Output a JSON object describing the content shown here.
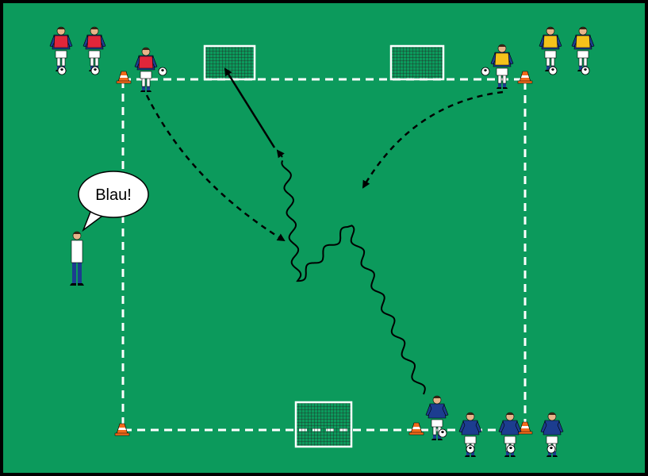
{
  "diagram": {
    "colors": {
      "pitch": "#0c9a5c",
      "frame": "#000000",
      "lines": "#ffffff",
      "team_red": "#e0263a",
      "team_yellow": "#f4c21b",
      "team_blue": "#1c3d8f",
      "cone": "#f26a1b"
    },
    "speech_bubble": {
      "text": "Blau!"
    },
    "groups": [
      "red-team",
      "yellow-team",
      "blue-team",
      "coach"
    ],
    "icons": [
      "goal-icon",
      "cone-icon",
      "ball-icon",
      "player-icon"
    ]
  }
}
